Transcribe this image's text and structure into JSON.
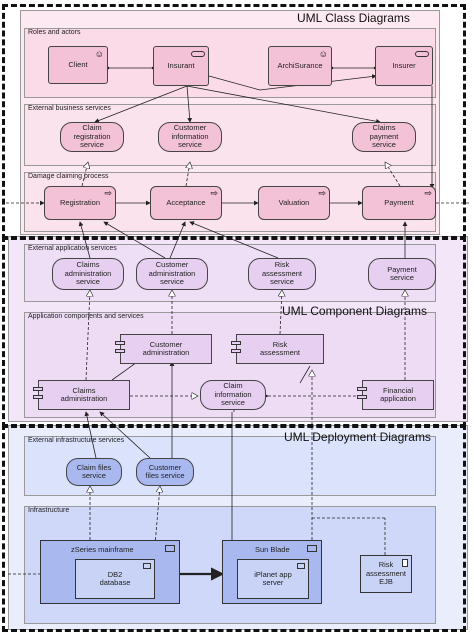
{
  "titles": {
    "class": "UML Class Diagrams",
    "component": "UML Component Diagrams",
    "deployment": "UML Deployment Diagrams"
  },
  "layers": {
    "roles": "Roles and actors",
    "ext_business": "External business services",
    "process": "Damage claiming process",
    "ext_app": "External application services",
    "app_components": "Application components and services",
    "ext_infra": "External infrastructure services",
    "infra": "Infrastructure"
  },
  "roles": [
    "Client",
    "Insurant",
    "ArchiSurance",
    "Insurer"
  ],
  "business_services": [
    "Claim registration service",
    "Customer information service",
    "Claims payment service"
  ],
  "process_steps": [
    "Registration",
    "Acceptance",
    "Valuation",
    "Payment"
  ],
  "app_services": [
    "Claims administration service",
    "Customer administration service",
    "Risk assessment service",
    "Payment service"
  ],
  "components": {
    "customer": "Customer administration",
    "risk": "Risk assessment",
    "claims": "Claims administration",
    "claim_info": "Claim information service",
    "financial": "Financial application"
  },
  "infra_services": [
    "Claim files service",
    "Customer files service"
  ],
  "nodes": {
    "zseries": "zSeries mainframe",
    "db2": "DB2 database",
    "sunblade": "Sun Blade",
    "iplanet": "iPlanet app server",
    "risk_ejb": "Risk assessment EJB"
  },
  "colors": {
    "pink": "#f4c2d6",
    "pink_light": "#fbe3ee",
    "lavender": "#e6cff0",
    "lavender_light": "#f3e6f8",
    "blue": "#a9b9f0",
    "blue_light": "#dbe2fb"
  }
}
